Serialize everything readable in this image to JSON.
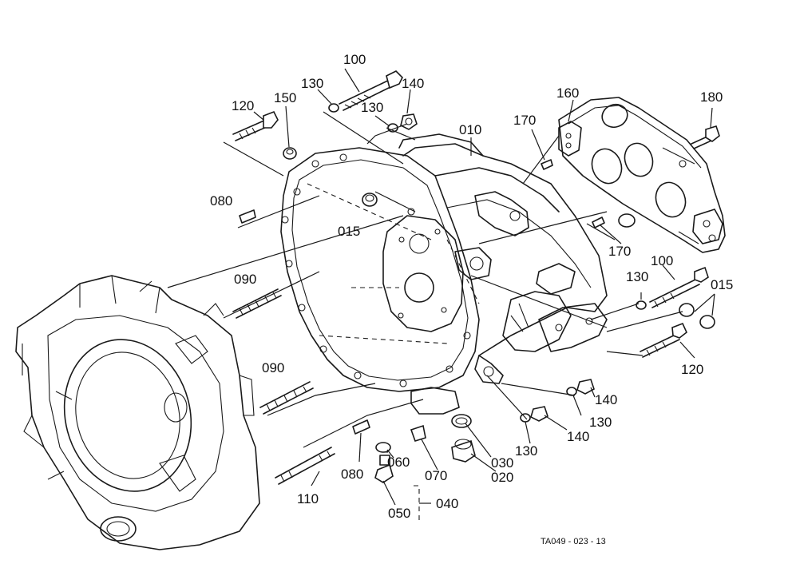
{
  "labels": {
    "p010": "010",
    "p015a": "015",
    "p015b": "015",
    "p020": "020",
    "p030": "030",
    "p040": "040",
    "p050": "050",
    "p060": "060",
    "p070": "070",
    "p080a": "080",
    "p080b": "080",
    "p090a": "090",
    "p090b": "090",
    "p100a": "100",
    "p100b": "100",
    "p110": "110",
    "p120a": "120",
    "p120b": "120",
    "p130a": "130",
    "p130b": "130",
    "p130c": "130",
    "p130d": "130",
    "p130e": "130",
    "p140a": "140",
    "p140b": "140",
    "p140c": "140",
    "p150": "150",
    "p160": "160",
    "p170a": "170",
    "p170b": "170",
    "p180": "180"
  },
  "drawing_code": "TA049 - 023 - 13"
}
